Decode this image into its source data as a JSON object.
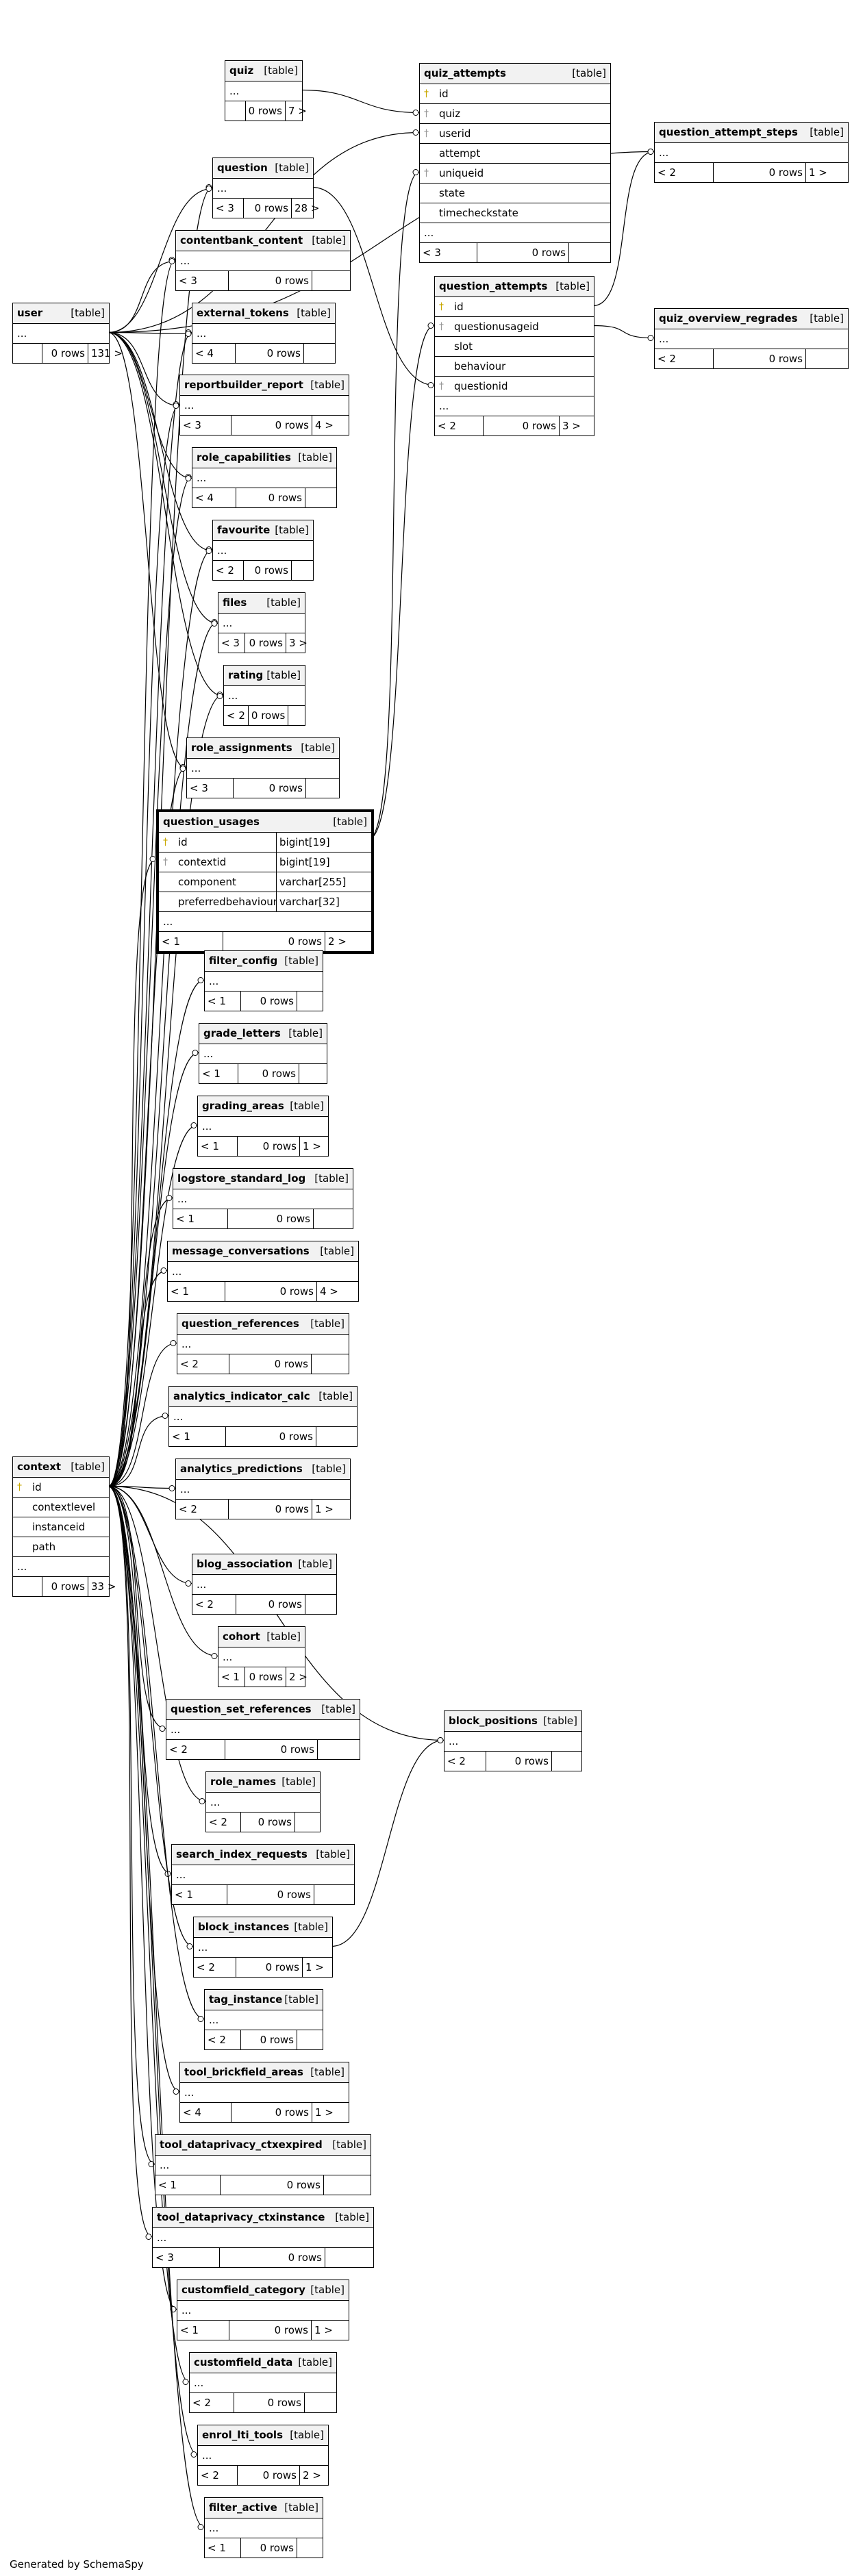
{
  "footer": "Generated by SchemaSpy",
  "tables": [
    {
      "id": "quiz",
      "name": "quiz",
      "type": "[table]",
      "columns": [],
      "footer": [
        "",
        "0 rows",
        "7 >"
      ]
    },
    {
      "id": "quiz_attempts",
      "name": "quiz_attempts",
      "type": "[table]",
      "columns": [
        {
          "key": "pk",
          "name": "id"
        },
        {
          "key": "fk",
          "name": "quiz"
        },
        {
          "key": "fk",
          "name": "userid"
        },
        {
          "key": "",
          "name": "attempt"
        },
        {
          "key": "fk",
          "name": "uniqueid"
        },
        {
          "key": "",
          "name": "state"
        },
        {
          "key": "",
          "name": "timecheckstate"
        }
      ],
      "footer": [
        "< 3",
        "0 rows",
        ""
      ]
    },
    {
      "id": "question_attempt_steps",
      "name": "question_attempt_steps",
      "type": "[table]",
      "columns": [],
      "footer": [
        "< 2",
        "0 rows",
        "1 >"
      ]
    },
    {
      "id": "question",
      "name": "question",
      "type": "[table]",
      "columns": [],
      "footer": [
        "< 3",
        "0 rows",
        "28 >"
      ]
    },
    {
      "id": "contentbank_content",
      "name": "contentbank_content",
      "type": "[table]",
      "columns": [],
      "footer": [
        "< 3",
        "0 rows",
        ""
      ]
    },
    {
      "id": "question_attempts",
      "name": "question_attempts",
      "type": "[table]",
      "columns": [
        {
          "key": "pk",
          "name": "id"
        },
        {
          "key": "fk",
          "name": "questionusageid"
        },
        {
          "key": "",
          "name": "slot"
        },
        {
          "key": "",
          "name": "behaviour"
        },
        {
          "key": "fk",
          "name": "questionid"
        }
      ],
      "footer": [
        "< 2",
        "0 rows",
        "3 >"
      ]
    },
    {
      "id": "user",
      "name": "user",
      "type": "[table]",
      "columns": [],
      "footer": [
        "",
        "0 rows",
        "131 >"
      ]
    },
    {
      "id": "external_tokens",
      "name": "external_tokens",
      "type": "[table]",
      "columns": [],
      "footer": [
        "< 4",
        "0 rows",
        ""
      ]
    },
    {
      "id": "quiz_overview_regrades",
      "name": "quiz_overview_regrades",
      "type": "[table]",
      "columns": [],
      "footer": [
        "< 2",
        "0 rows",
        ""
      ]
    },
    {
      "id": "reportbuilder_report",
      "name": "reportbuilder_report",
      "type": "[table]",
      "columns": [],
      "footer": [
        "< 3",
        "0 rows",
        "4 >"
      ]
    },
    {
      "id": "role_capabilities",
      "name": "role_capabilities",
      "type": "[table]",
      "columns": [],
      "footer": [
        "< 4",
        "0 rows",
        ""
      ]
    },
    {
      "id": "favourite",
      "name": "favourite",
      "type": "[table]",
      "columns": [],
      "footer": [
        "< 2",
        "0 rows",
        ""
      ]
    },
    {
      "id": "files",
      "name": "files",
      "type": "[table]",
      "columns": [],
      "footer": [
        "< 3",
        "0 rows",
        "3 >"
      ]
    },
    {
      "id": "rating",
      "name": "rating",
      "type": "[table]",
      "columns": [],
      "footer": [
        "< 2",
        "0 rows",
        ""
      ]
    },
    {
      "id": "role_assignments",
      "name": "role_assignments",
      "type": "[table]",
      "columns": [],
      "footer": [
        "< 3",
        "0 rows",
        ""
      ]
    },
    {
      "id": "question_usages",
      "name": "question_usages",
      "type": "[table]",
      "focus": true,
      "columns": [
        {
          "key": "pk",
          "name": "id",
          "type": "bigint[19]"
        },
        {
          "key": "fk",
          "name": "contextid",
          "type": "bigint[19]"
        },
        {
          "key": "",
          "name": "component",
          "type": "varchar[255]"
        },
        {
          "key": "",
          "name": "preferredbehaviour",
          "type": "varchar[32]"
        }
      ],
      "footer": [
        "< 1",
        "0 rows",
        "2 >"
      ]
    },
    {
      "id": "filter_config",
      "name": "filter_config",
      "type": "[table]",
      "columns": [],
      "footer": [
        "< 1",
        "0 rows",
        ""
      ]
    },
    {
      "id": "grade_letters",
      "name": "grade_letters",
      "type": "[table]",
      "columns": [],
      "footer": [
        "< 1",
        "0 rows",
        ""
      ]
    },
    {
      "id": "grading_areas",
      "name": "grading_areas",
      "type": "[table]",
      "columns": [],
      "footer": [
        "< 1",
        "0 rows",
        "1 >"
      ]
    },
    {
      "id": "logstore_standard_log",
      "name": "logstore_standard_log",
      "type": "[table]",
      "columns": [],
      "footer": [
        "< 1",
        "0 rows",
        ""
      ]
    },
    {
      "id": "message_conversations",
      "name": "message_conversations",
      "type": "[table]",
      "columns": [],
      "footer": [
        "< 1",
        "0 rows",
        "4 >"
      ]
    },
    {
      "id": "question_references",
      "name": "question_references",
      "type": "[table]",
      "columns": [],
      "footer": [
        "< 2",
        "0 rows",
        ""
      ]
    },
    {
      "id": "analytics_indicator_calc",
      "name": "analytics_indicator_calc",
      "type": "[table]",
      "columns": [],
      "footer": [
        "< 1",
        "0 rows",
        ""
      ]
    },
    {
      "id": "analytics_predictions",
      "name": "analytics_predictions",
      "type": "[table]",
      "columns": [],
      "footer": [
        "< 2",
        "0 rows",
        "1 >"
      ]
    },
    {
      "id": "context",
      "name": "context",
      "type": "[table]",
      "columns": [
        {
          "key": "pk",
          "name": "id"
        },
        {
          "key": "",
          "name": "contextlevel"
        },
        {
          "key": "",
          "name": "instanceid"
        },
        {
          "key": "",
          "name": "path"
        }
      ],
      "footer": [
        "",
        "0 rows",
        "33 >"
      ]
    },
    {
      "id": "blog_association",
      "name": "blog_association",
      "type": "[table]",
      "columns": [],
      "footer": [
        "< 2",
        "0 rows",
        ""
      ]
    },
    {
      "id": "cohort",
      "name": "cohort",
      "type": "[table]",
      "columns": [],
      "footer": [
        "< 1",
        "0 rows",
        "2 >"
      ]
    },
    {
      "id": "question_set_references",
      "name": "question_set_references",
      "type": "[table]",
      "columns": [],
      "footer": [
        "< 2",
        "0 rows",
        ""
      ]
    },
    {
      "id": "block_positions",
      "name": "block_positions",
      "type": "[table]",
      "columns": [],
      "footer": [
        "< 2",
        "0 rows",
        ""
      ]
    },
    {
      "id": "role_names",
      "name": "role_names",
      "type": "[table]",
      "columns": [],
      "footer": [
        "< 2",
        "0 rows",
        ""
      ]
    },
    {
      "id": "search_index_requests",
      "name": "search_index_requests",
      "type": "[table]",
      "columns": [],
      "footer": [
        "< 1",
        "0 rows",
        ""
      ]
    },
    {
      "id": "block_instances",
      "name": "block_instances",
      "type": "[table]",
      "columns": [],
      "footer": [
        "< 2",
        "0 rows",
        "1 >"
      ]
    },
    {
      "id": "tag_instance",
      "name": "tag_instance",
      "type": "[table]",
      "columns": [],
      "footer": [
        "< 2",
        "0 rows",
        ""
      ]
    },
    {
      "id": "tool_brickfield_areas",
      "name": "tool_brickfield_areas",
      "type": "[table]",
      "columns": [],
      "footer": [
        "< 4",
        "0 rows",
        "1 >"
      ]
    },
    {
      "id": "tool_dataprivacy_ctxexpired",
      "name": "tool_dataprivacy_ctxexpired",
      "type": "[table]",
      "columns": [],
      "footer": [
        "< 1",
        "0 rows",
        ""
      ]
    },
    {
      "id": "tool_dataprivacy_ctxinstance",
      "name": "tool_dataprivacy_ctxinstance",
      "type": "[table]",
      "columns": [],
      "footer": [
        "< 3",
        "0 rows",
        ""
      ]
    },
    {
      "id": "customfield_category",
      "name": "customfield_category",
      "type": "[table]",
      "columns": [],
      "footer": [
        "< 1",
        "0 rows",
        "1 >"
      ]
    },
    {
      "id": "customfield_data",
      "name": "customfield_data",
      "type": "[table]",
      "columns": [],
      "footer": [
        "< 2",
        "0 rows",
        ""
      ]
    },
    {
      "id": "enrol_lti_tools",
      "name": "enrol_lti_tools",
      "type": "[table]",
      "columns": [],
      "footer": [
        "< 2",
        "0 rows",
        "2 >"
      ]
    },
    {
      "id": "filter_active",
      "name": "filter_active",
      "type": "[table]",
      "columns": [],
      "footer": [
        "< 1",
        "0 rows",
        ""
      ]
    }
  ]
}
